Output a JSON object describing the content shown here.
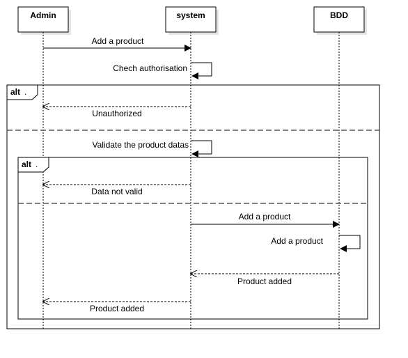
{
  "participants": {
    "admin": "Admin",
    "system": "system",
    "bdd": "BDD"
  },
  "messages": {
    "add_product_request": "Add a product",
    "check_authorisation": "Chech authorisation",
    "unauthorized": "Unauthorized",
    "validate_product_datas": "Validate the product datas",
    "data_not_valid": "Data not valid",
    "add_product_to_bdd": "Add a product",
    "add_product_self": "Add a product",
    "product_added_from_bdd": "Product added",
    "product_added_to_admin": "Product added"
  },
  "fragments": {
    "outer_alt": "alt",
    "outer_alt_guard": ".",
    "inner_alt": "alt",
    "inner_alt_guard": "."
  }
}
